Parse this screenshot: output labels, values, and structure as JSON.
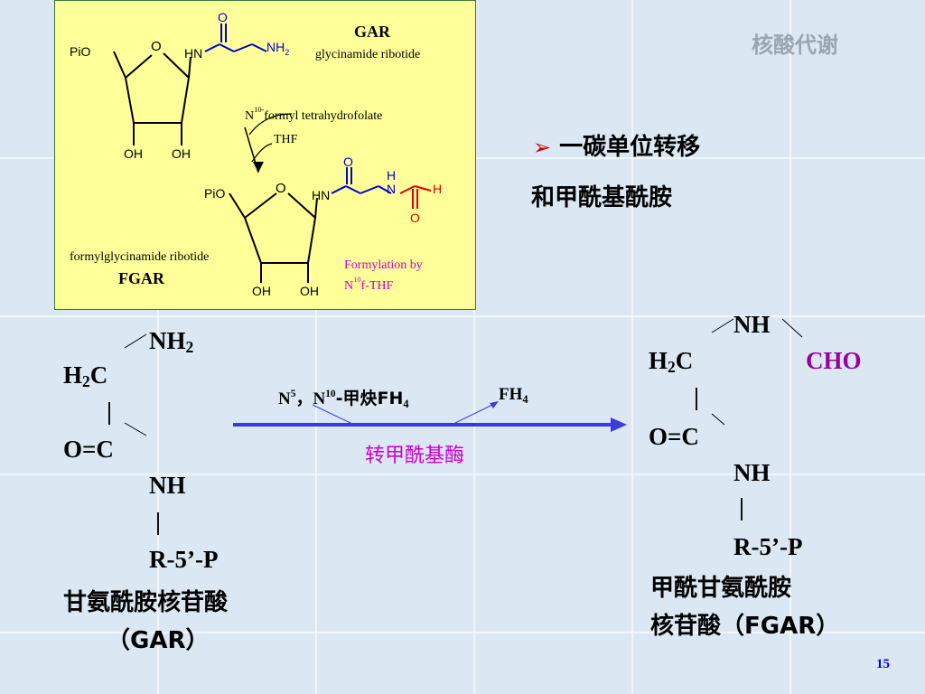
{
  "header": {
    "watermark": "核酸代谢",
    "page_number": "15"
  },
  "colors": {
    "blue": "#0000cc",
    "red": "#e00000",
    "magenta": "#cc00cc",
    "purple": "#990099",
    "arrow": "#3a3ae0"
  },
  "figure": {
    "gar_title": "GAR",
    "gar_subtitle": "glycinamide ribotide",
    "pio": "PiO",
    "o": "O",
    "hn": "HN",
    "nh2_n": "NH",
    "nh2_sub": "2",
    "o_top": "O",
    "oh": "OH",
    "cofactor_n": "N",
    "cofactor_sup": "10-",
    "cofactor_text": "formyl tetrahydrofolate",
    "thf": "THF",
    "h": "H",
    "n": "N",
    "fgar_name": "formylglycinamide ribotide",
    "fgar_title": "FGAR",
    "note_line1": "Formylation by",
    "note_n": "N",
    "note_sup": "10",
    "note_rest": "f-THF"
  },
  "heading": {
    "bullet": "➢",
    "line1": "一碳单位转移",
    "line2": "和甲酰基酰胺"
  },
  "gar_formula": {
    "nh2": "NH",
    "nh2_sub": "2",
    "h2c_h": "H",
    "h2c_sub": "2",
    "h2c_c": "C",
    "bond": "|",
    "oc": "O=C",
    "nh": "NH",
    "bond2": "|",
    "r5p": "R-5’-P",
    "name_line1": "甘氨酰胺核苷酸",
    "name_line2": "（GAR）"
  },
  "reaction": {
    "n5": "N",
    "n5_sup": "5",
    "comma": "，",
    "n10": "N",
    "n10_sup": "10",
    "n10_rest": "-甲炔FH",
    "n10_sub": "4",
    "fh4": "FH",
    "fh4_sub": "4",
    "enzyme": "转甲酰基酶"
  },
  "fgar_formula": {
    "nh": "NH",
    "h2c_h": "H",
    "h2c_sub": "2",
    "h2c_c": "C",
    "cho": "CHO",
    "bond": "|",
    "oc": "O=C",
    "nh2": "NH",
    "bond2": "|",
    "r5p": "R-5’-P",
    "name_line1": "甲酰甘氨酰胺",
    "name_line2": "核苷酸（FGAR）"
  }
}
